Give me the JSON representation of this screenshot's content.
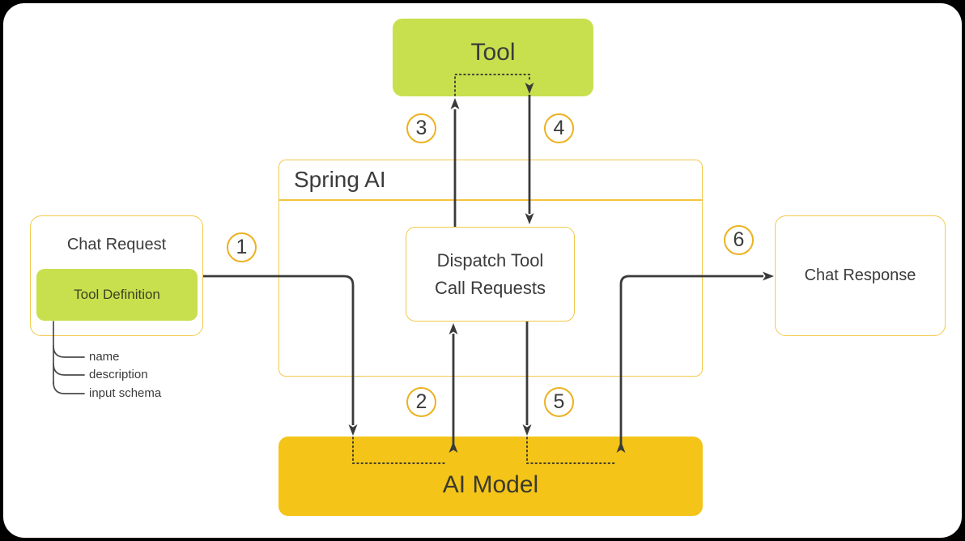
{
  "nodes": {
    "tool": {
      "label": "Tool"
    },
    "spring_ai": {
      "label": "Spring AI"
    },
    "dispatch": {
      "line1": "Dispatch Tool",
      "line2": "Call Requests"
    },
    "chat_request": {
      "title": "Chat Request",
      "tool_definition_label": "Tool Definition"
    },
    "chat_response": {
      "label": "Chat Response"
    },
    "ai_model": {
      "label": "AI Model"
    }
  },
  "steps": [
    "1",
    "2",
    "3",
    "4",
    "5",
    "6"
  ],
  "tool_definition_fields": [
    "name",
    "description",
    "input schema"
  ],
  "colors": {
    "page_bg": "#000000",
    "card_bg": "#ffffff",
    "lime": "#c8e04e",
    "gold": "#f4c418",
    "box_border": "#f2c94c",
    "divider": "#f2c43c",
    "circle_border": "#ecb120",
    "arrow": "#3a3a3a",
    "ink": "#3b3b3b"
  }
}
